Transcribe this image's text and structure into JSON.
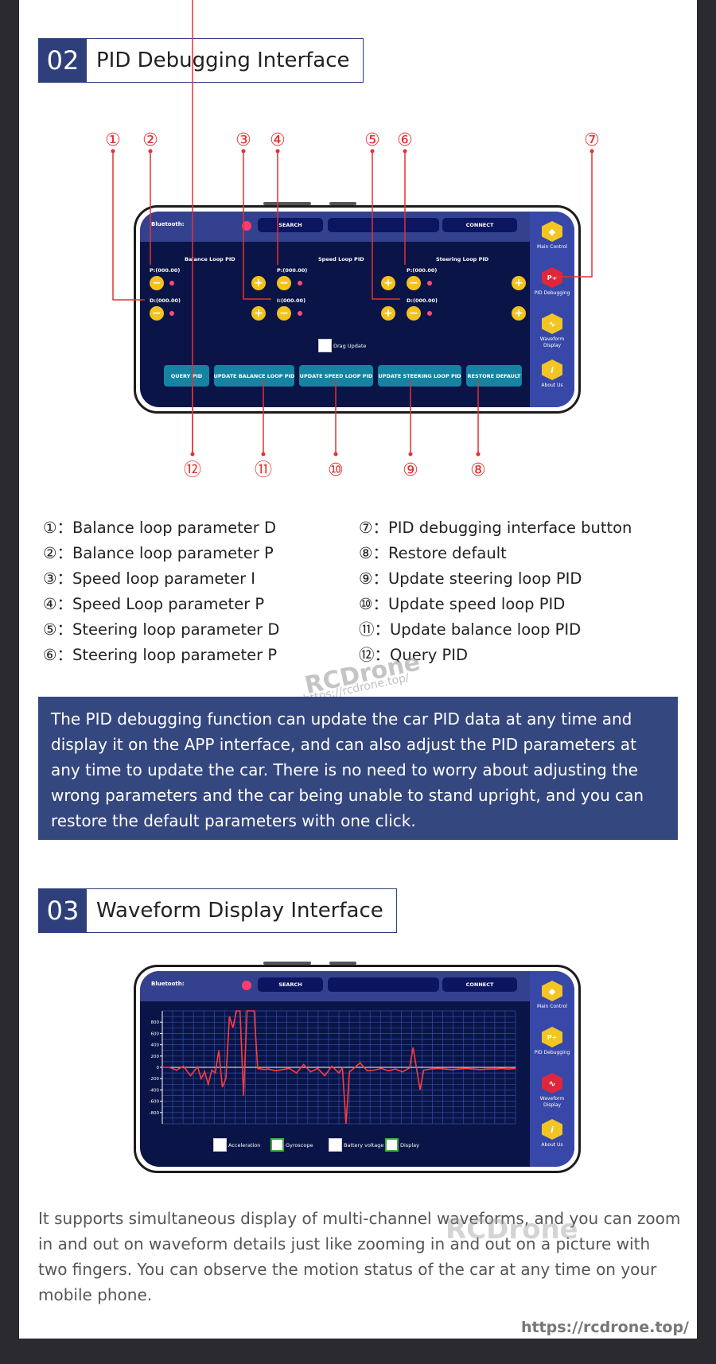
{
  "section2": {
    "num": "02",
    "title": "PID Debugging Interface",
    "app": {
      "bluetooth_label": "Bluetooth:",
      "search": "SEARCH",
      "connect": "CONNECT",
      "nav": {
        "main_control": "Main Control",
        "pid_debugging": "PID Debugging",
        "waveform_display_1": "Waveform",
        "waveform_display_2": "Display",
        "about_us": "About Us"
      },
      "balance_title": "Balance Loop PID",
      "speed_title": "Speed Loop PID",
      "steering_title": "Steering Loop PID",
      "balance_p": "P:(000.00)",
      "balance_d": "D:(000.00)",
      "speed_p": "P:(000.00)",
      "speed_i": "I:(000.00)",
      "steering_p": "P:(000.00)",
      "steering_d": "D:(000.00)",
      "drag_update": "Drag Update",
      "buttons": {
        "query": "QUERY PID",
        "update_balance": "UPDATE BALANCE LOOP PID",
        "update_speed": "UPDATE SPEED LOOP PID",
        "update_steering": "UPDATE STEERING LOOP PID",
        "restore": "RESTORE DEFAULT"
      }
    },
    "callouts": [
      "①",
      "②",
      "③",
      "④",
      "⑤",
      "⑥",
      "⑦",
      "⑧",
      "⑨",
      "⑩",
      "⑪",
      "⑫"
    ],
    "legend_left": [
      "①：Balance loop parameter D",
      "②：Balance loop parameter P",
      "③：Speed loop parameter I",
      "④：Speed Loop parameter P",
      "⑤：Steering loop parameter D",
      "⑥：Steering loop parameter P"
    ],
    "legend_right": [
      "⑦：PID debugging interface button",
      "⑧：Restore default",
      "⑨：Update steering loop PID",
      "⑩：Update speed loop PID",
      "⑪：Update balance loop PID",
      "⑫：Query PID"
    ],
    "watermark": "RCDrone",
    "watermark_url": "https://rcdrone.top/",
    "description": "The PID debugging function can update the car PID data at any time and display it on the APP interface, and can also adjust the PID parameters at any time to update the car. There is no need to worry about adjusting the wrong parameters and the car being unable to stand upright, and you can restore the default parameters with one click."
  },
  "section3": {
    "num": "03",
    "title": "Waveform Display Interface",
    "app": {
      "bluetooth_label": "Bluetooth:",
      "search": "SEARCH",
      "connect": "CONNECT",
      "nav": {
        "main_control": "Main Control",
        "pid_debugging": "PID Debugging",
        "waveform_display_1": "Waveform",
        "waveform_display_2": "Display",
        "about_us": "About Us"
      },
      "checkboxes": {
        "acceleration": "Acceleration",
        "gyroscope": "Gyroscope",
        "battery": "Battery voltage",
        "display": "Display"
      }
    },
    "watermark": "RCDrone",
    "description": "It supports simultaneous display of multi-channel waveforms, and you can zoom in and out on waveform details just like zooming in and out on a picture with two fingers. You can observe the motion status of the car at any time on your mobile phone.",
    "url": "https://rcdrone.top/"
  },
  "chart_data": {
    "type": "line",
    "ytick_labels": [
      "800",
      "600",
      "400",
      "200",
      "0",
      "-200",
      "-400",
      "-600",
      "-800"
    ],
    "ylim": [
      -1000,
      1000
    ],
    "grid": true,
    "series": [
      {
        "color": "#ff3b3b",
        "x": [
          0,
          2,
          4,
          6,
          8,
          10,
          11,
          12,
          13,
          14,
          15,
          16,
          17,
          18,
          19,
          20,
          21,
          22,
          23,
          24,
          25,
          26,
          27,
          28,
          29,
          30,
          32,
          34,
          36,
          38,
          40,
          42,
          44,
          46,
          48,
          50,
          51,
          52,
          53,
          54,
          56,
          58,
          60,
          62,
          64,
          66,
          68,
          70,
          71,
          72,
          73,
          74,
          76,
          78,
          80,
          82,
          84,
          86,
          88,
          90,
          92,
          94,
          96,
          98,
          100
        ],
        "y": [
          0,
          0,
          -50,
          20,
          -150,
          10,
          -200,
          -80,
          -300,
          -50,
          -100,
          300,
          -350,
          -200,
          900,
          700,
          1100,
          1150,
          -500,
          1100,
          1200,
          1150,
          -20,
          -30,
          -40,
          -30,
          -60,
          -40,
          -20,
          -100,
          50,
          -80,
          -20,
          -150,
          20,
          -100,
          -10,
          -1000,
          -80,
          -30,
          80,
          -60,
          -50,
          -20,
          -60,
          -30,
          -80,
          -10,
          350,
          -30,
          -400,
          -50,
          -30,
          -20,
          -30,
          -40,
          -30,
          -20,
          -30,
          -40,
          -30,
          -30,
          -20,
          -30,
          -20
        ]
      }
    ]
  }
}
